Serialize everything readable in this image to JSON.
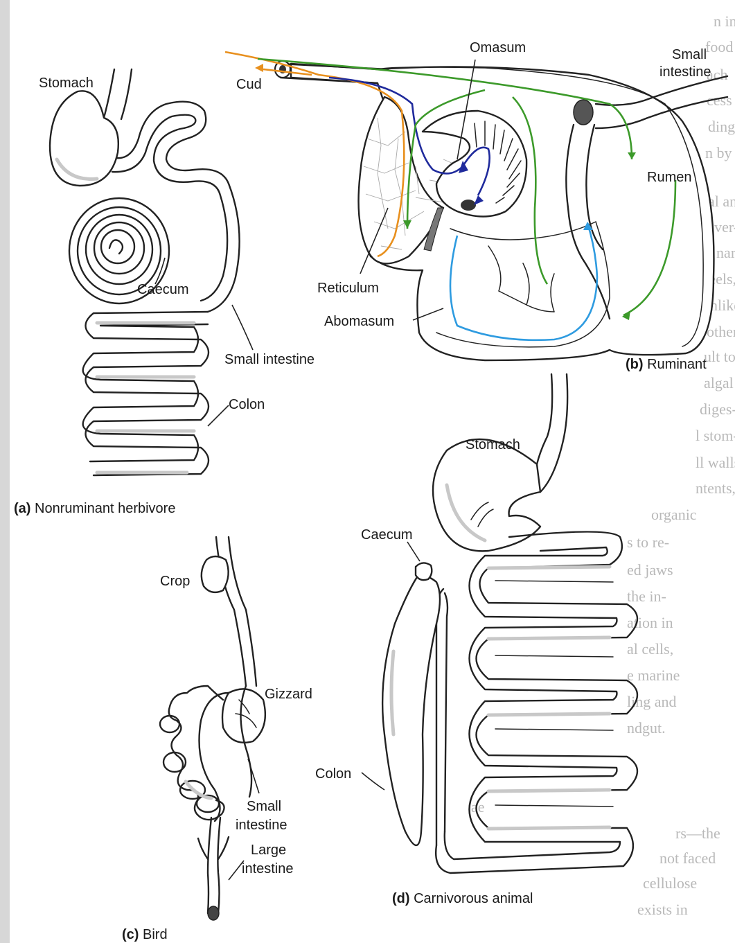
{
  "panels": {
    "a": {
      "letter": "(a)",
      "caption": "Nonruminant herbivore",
      "labels": {
        "stomach": "Stomach",
        "caecum": "Caecum",
        "small_intestine": "Small intestine",
        "colon": "Colon"
      }
    },
    "b": {
      "letter": "(b)",
      "caption": "Ruminant",
      "labels": {
        "cud": "Cud",
        "omasum": "Omasum",
        "small_intestine_1": "Small",
        "small_intestine_2": "intestine",
        "rumen": "Rumen",
        "reticulum": "Reticulum",
        "abomasum": "Abomasum"
      },
      "arrow_colors": {
        "cud_path": "#e8901e",
        "omasum_path": "#1f2a9c",
        "rumen_path": "#3c9a2a",
        "abomasum_path": "#2e9be0"
      }
    },
    "c": {
      "letter": "(c)",
      "caption": "Bird",
      "labels": {
        "crop": "Crop",
        "gizzard": "Gizzard",
        "small_intestine_1": "Small",
        "small_intestine_2": "intestine",
        "large_intestine_1": "Large",
        "large_intestine_2": "intestine"
      }
    },
    "d": {
      "letter": "(d)",
      "caption": "Carnivorous animal",
      "labels": {
        "stomach": "Stomach",
        "caecum": "Caecum",
        "colon": "Colon"
      }
    }
  },
  "bleed_through_text": [
    "n in",
    "food",
    "ach",
    "cess",
    "ding",
    "n by",
    "al and",
    "diver-",
    "s nar-",
    "reels,",
    "unlike",
    "other",
    "ult to",
    "algal",
    "diges-",
    "l stom-",
    "ll walls",
    "ntents,",
    "organic",
    "s to re-",
    "ed jaws",
    "the in-",
    "ation in",
    "al cells,",
    "e marine",
    "ling and",
    "ndgut.",
    "ae",
    "rs—the",
    "not faced",
    "cellulose",
    "exists in"
  ]
}
